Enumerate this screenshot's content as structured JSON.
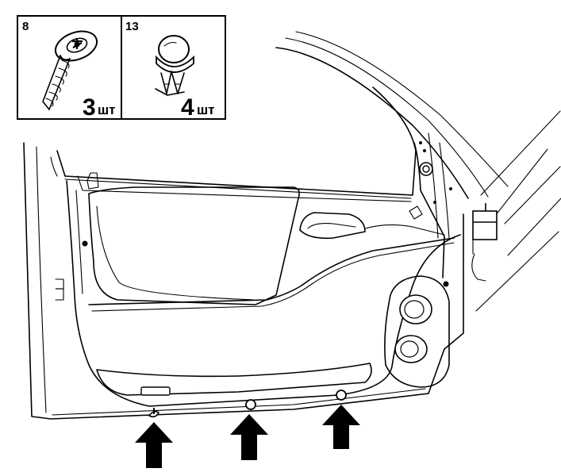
{
  "parts": [
    {
      "number": "8",
      "quantity": "3",
      "unit": "шт",
      "icon": "screw-icon"
    },
    {
      "number": "13",
      "quantity": "4",
      "unit": "шт",
      "icon": "plastic-clip-icon"
    }
  ],
  "arrows": {
    "count": 3,
    "icon": "up-arrow-icon"
  }
}
